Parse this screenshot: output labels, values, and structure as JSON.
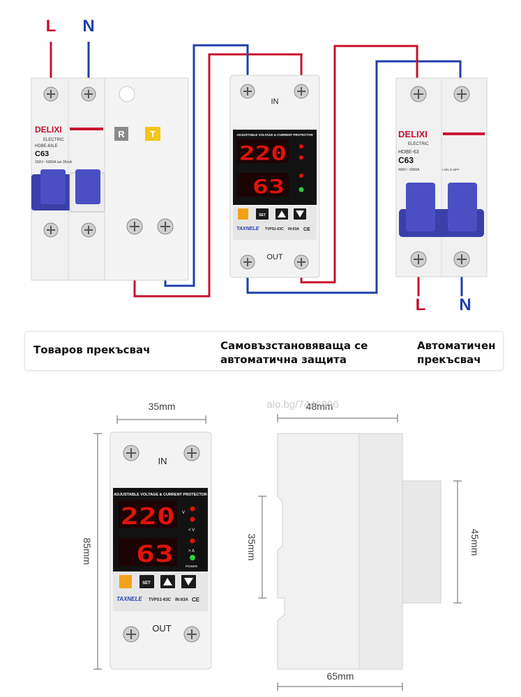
{
  "wiring": {
    "left_L": "L",
    "left_N": "N",
    "right_L": "L",
    "right_N": "N",
    "colors": {
      "live": "#c8102e",
      "neutral": "#1f3fa8"
    }
  },
  "rcd_breaker": {
    "brand": "DELIXI",
    "subbrand": "ELECTRIC",
    "model": "HDBE-63LE",
    "rating": "C63",
    "specs": "230V~ 6000A Iun 30mA",
    "reset_key": "R",
    "test_key": "T"
  },
  "protector": {
    "in_label": "IN",
    "out_label": "OUT",
    "header": "ADJUSTABLE VOLTAGE & CURRENT PROTECTOR",
    "voltage_display": "220",
    "current_display": "63",
    "ind_v_high": "V",
    "ind_v_low": "< V",
    "ind_a": "> A",
    "ind_power": "POWER",
    "set_button": "SET",
    "brand": "TAXNELE",
    "model": "TVPS1-63C",
    "rating": "IN:63A",
    "ce": "CE"
  },
  "mcb": {
    "brand": "DELIXI",
    "subbrand": "ELECTRIC",
    "model": "HDBE-63",
    "rating": "C63",
    "specs": "400V~ 6000A",
    "on_off": "I-ON O-OFF"
  },
  "captions": {
    "left": "Товаров прекъсвач",
    "middle": "Самовъзстановяваща се автоматична защита",
    "right": "Автоматичен прекъсвач"
  },
  "dimensions": {
    "width": "35mm",
    "height": "85mm",
    "depth": "65mm",
    "side_top": "48mm",
    "side_left": "35mm",
    "side_right": "45mm"
  },
  "watermark": "alo.bg/7446896"
}
